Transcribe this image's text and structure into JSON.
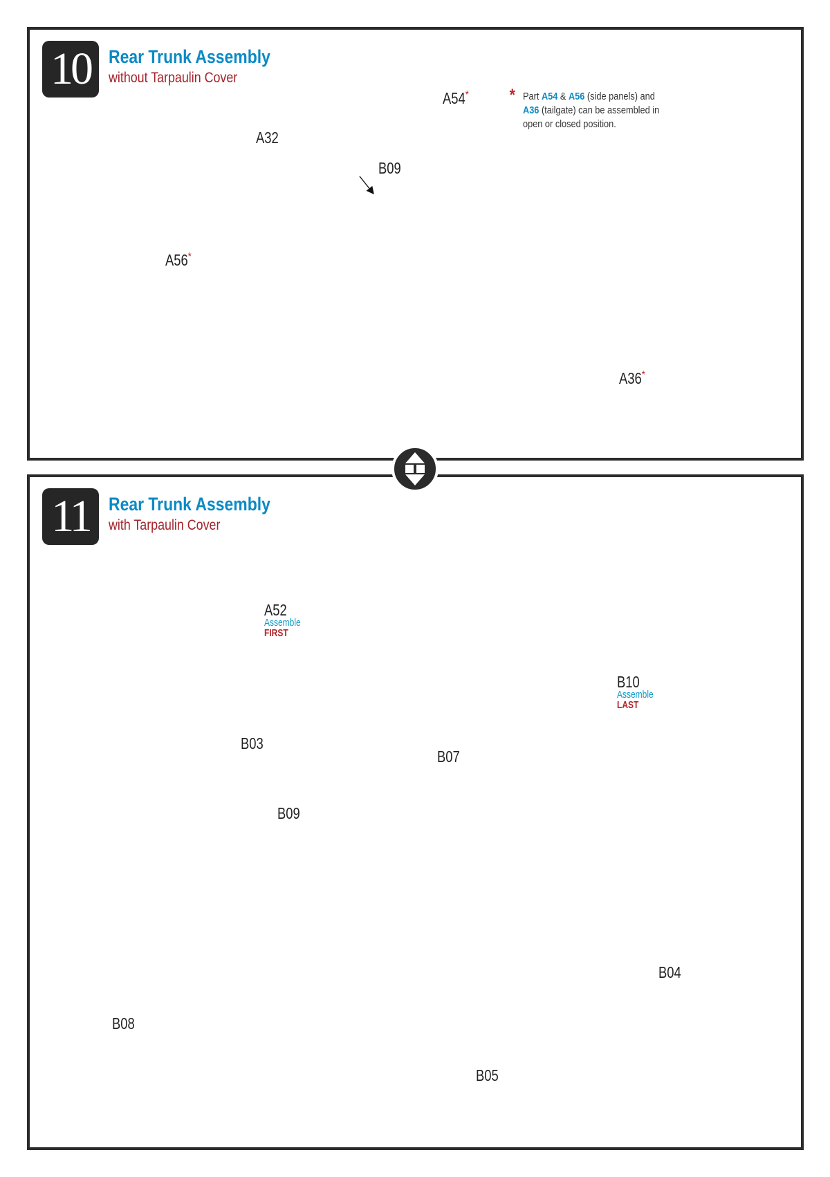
{
  "step10": {
    "number": "10",
    "title": "Rear Trunk Assembly",
    "subtitle": "without Tarpaulin Cover",
    "note": {
      "asterisk": "*",
      "p1": "Part ",
      "a54": "A54",
      "amp": " & ",
      "a56": "A56",
      "p2": " (side panels) and",
      "a36": "A36",
      "p3": " (tailgate) can be assembled in",
      "p4": "open or closed position."
    },
    "labels": {
      "a32": "A32",
      "a54": "A54",
      "b09": "B09",
      "a56": "A56",
      "a36": "A36",
      "asterisk": "*"
    }
  },
  "flip_icon": "flip-page-arrows-icon",
  "step11": {
    "number": "11",
    "title": "Rear Trunk Assembly",
    "subtitle": "with Tarpaulin Cover",
    "labels": {
      "a52": "A52",
      "a52_assemble": "Assemble",
      "a52_first": "FIRST",
      "b03": "B03",
      "b07": "B07",
      "b09": "B09",
      "b10": "B10",
      "b10_assemble": "Assemble",
      "b10_last": "LAST",
      "b04": "B04",
      "b08": "B08",
      "b05": "B05"
    }
  }
}
